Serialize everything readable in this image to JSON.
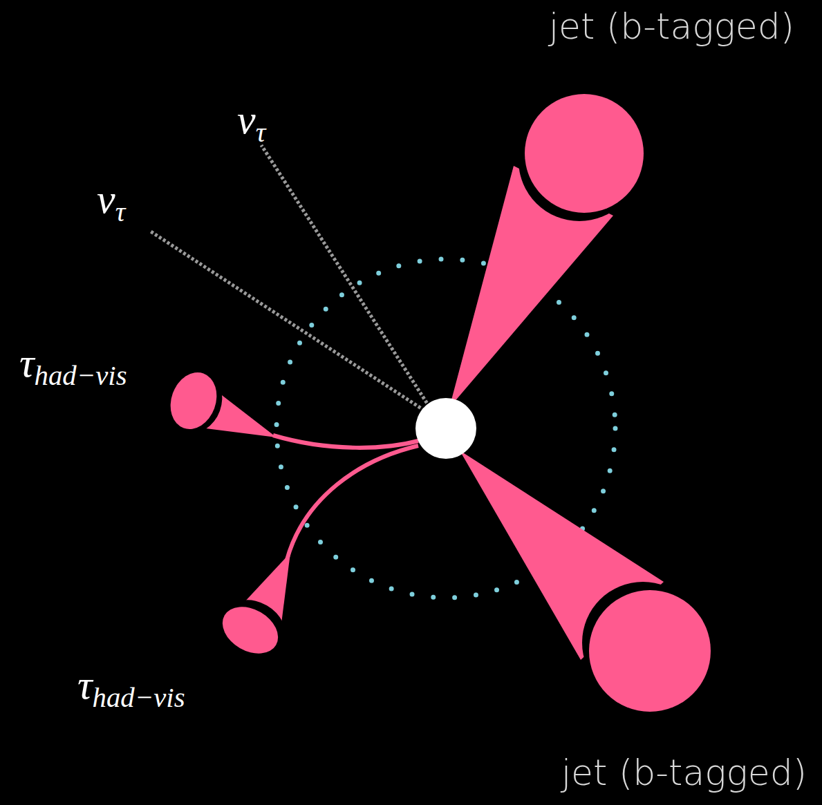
{
  "diagram": {
    "labels": [
      "jet (b-tagged)",
      "ντ",
      "ντ",
      "τhad−vis",
      "τhad−vis",
      "jet (b-tagged)"
    ]
  }
}
